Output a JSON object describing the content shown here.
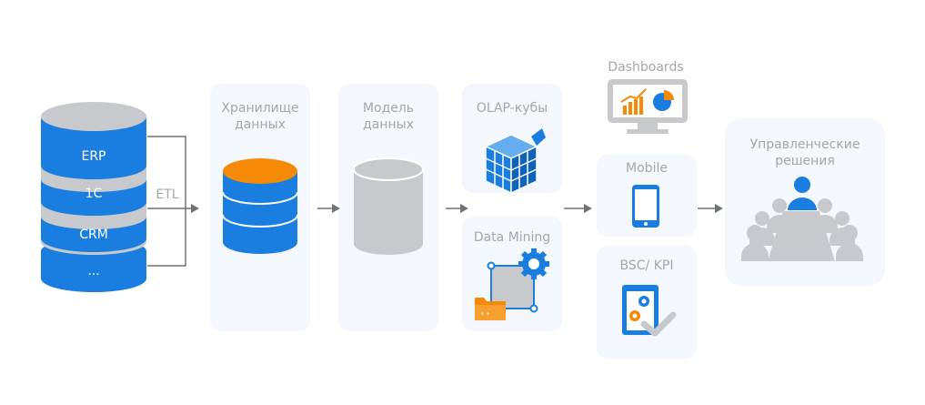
{
  "sources": {
    "items": [
      "ERP",
      "1C",
      "CRM",
      "..."
    ],
    "etl_label": "ETL"
  },
  "stages": {
    "warehouse": "Хранилище\nданных",
    "model": "Модель\nданных",
    "olap": "OLAP-кубы",
    "mining": "Data Mining",
    "dashboards": "Dashboards",
    "mobile": "Mobile",
    "bsc": "BSC/ KPI",
    "decisions": "Управленческие\nрешения"
  },
  "colors": {
    "blue": "#1a7ee0",
    "gray": "#c8c9cc",
    "orange": "#f58a07",
    "panel": "#f4f8fd",
    "arrow": "#6f7378"
  }
}
